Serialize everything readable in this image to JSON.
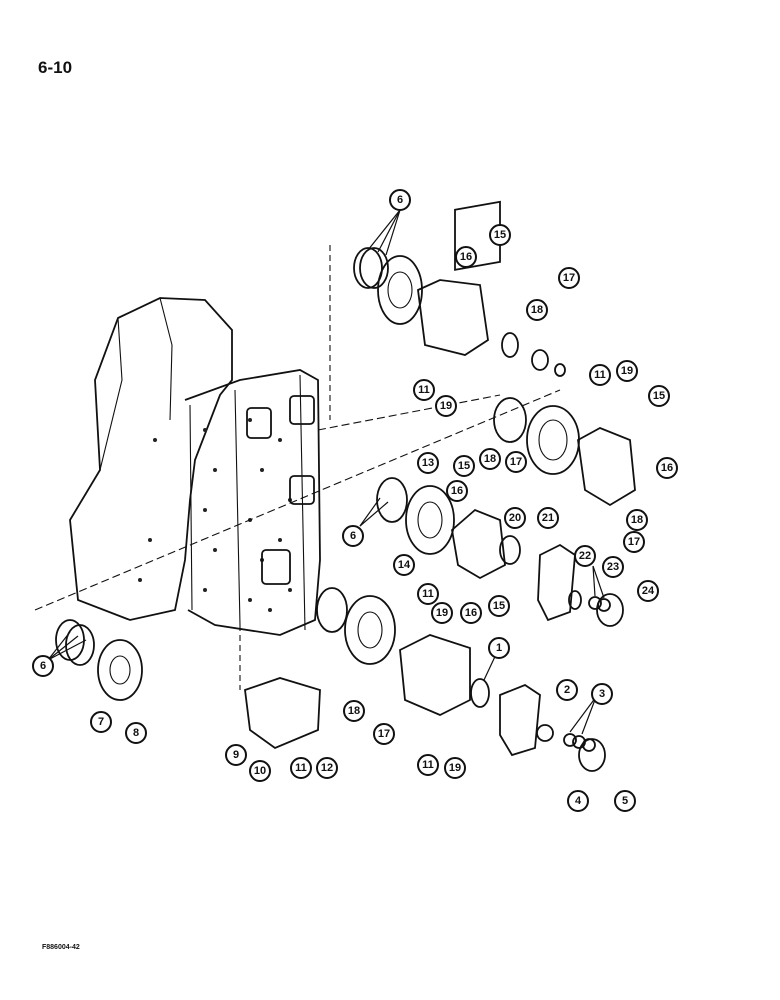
{
  "page_number": "6-10",
  "figure_code": "F886004-42",
  "callouts": {
    "c6a": "6",
    "c6b": "6",
    "c6c": "6",
    "c1": "1",
    "c2": "2",
    "c3": "3",
    "c4": "4",
    "c5": "5",
    "c7": "7",
    "c8": "8",
    "c9": "9",
    "c10": "10",
    "c11a": "11",
    "c11b": "11",
    "c11c": "11",
    "c11d": "11",
    "c11e": "11",
    "c12": "12",
    "c13": "13",
    "c14": "14",
    "c15a": "15",
    "c15b": "15",
    "c15c": "15",
    "c15d": "15",
    "c16a": "16",
    "c16b": "16",
    "c16c": "16",
    "c16d": "16",
    "c17a": "17",
    "c17b": "17",
    "c17c": "17",
    "c17d": "17",
    "c18a": "18",
    "c18b": "18",
    "c18c": "18",
    "c18d": "18",
    "c19a": "19",
    "c19b": "19",
    "c19c": "19",
    "c19d": "19",
    "c20": "20",
    "c21": "21",
    "c22": "22",
    "c23": "23",
    "c24": "24"
  }
}
